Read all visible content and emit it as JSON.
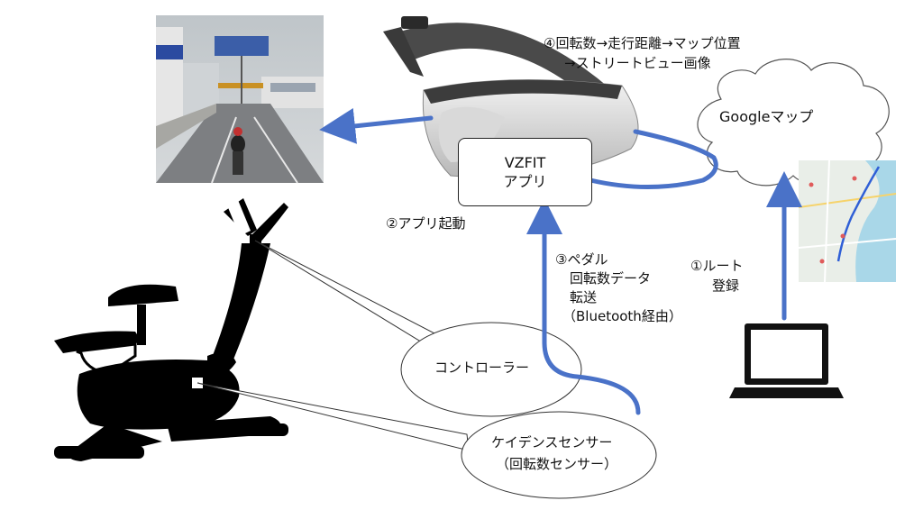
{
  "cloud_label": "Googleマップ",
  "app_box": {
    "line1": "VZFIT",
    "line2": "アプリ"
  },
  "steps": {
    "step1": {
      "line1": "①ルート",
      "line2": "登録"
    },
    "step2": "②アプリ起動",
    "step3": {
      "line1": "③ペダル",
      "line2": "回転数データ",
      "line3": "転送",
      "line4": "（Bluetooth経由）"
    },
    "step4": {
      "line1": "④回転数→走行距離→マップ位置",
      "line2": "→ストリートビュー画像"
    }
  },
  "callouts": {
    "controller": "コントローラー",
    "cadence": {
      "line1": "ケイデンスセンサー",
      "line2": "（回転数センサー）"
    }
  },
  "colors": {
    "arrow": "#4a72c8",
    "map_water": "#a9d7e8",
    "route": "#2f5fd6",
    "outline": "#222222"
  }
}
